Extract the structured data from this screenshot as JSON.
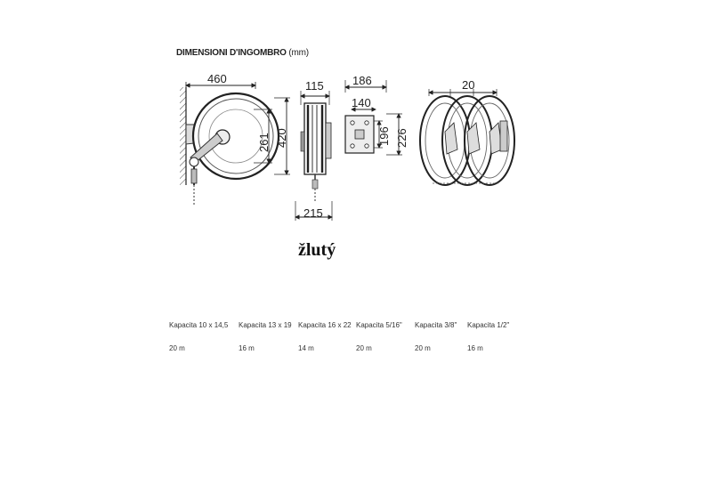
{
  "title": {
    "main": "DIMENSIONI D'INGOMBRO",
    "unit": "(mm)"
  },
  "dimensions": {
    "width_total": "460",
    "inner_height": "261",
    "total_height": "420",
    "depth_top": "115",
    "depth_bottom": "215",
    "bracket_width": "186",
    "bracket_hole_spacing_h": "140",
    "bracket_hole_spacing_v": "196",
    "bracket_height": "226",
    "stack_offset": "20"
  },
  "caption": "žlutý",
  "capacity_table": {
    "headers": [
      "Kapacita 10 x 14,5",
      "Kapacita 13 x 19",
      "Kapacita 16 x 22",
      "Kapacita 5/16\"",
      "Kapacita 3/8\"",
      "Kapacita 1/2\""
    ],
    "values": [
      "20 m",
      "16 m",
      "14 m",
      "20 m",
      "20 m",
      "16 m"
    ]
  }
}
